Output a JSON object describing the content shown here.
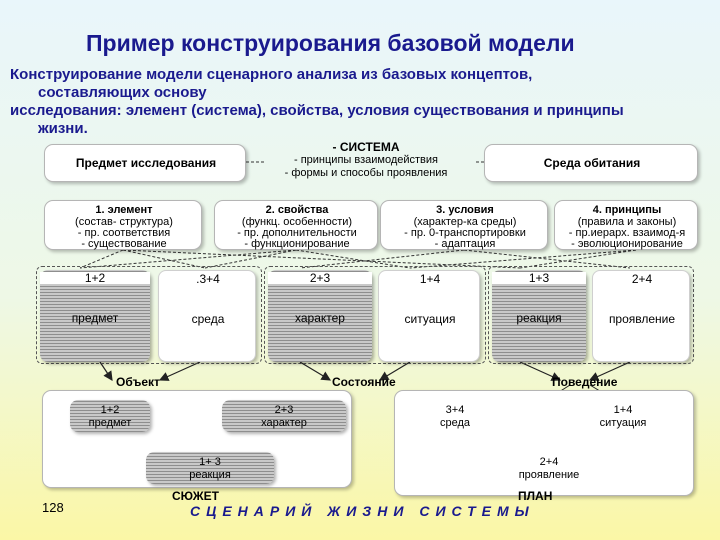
{
  "title": "Пример конструирования базовой модели",
  "intro": {
    "line1": "Конструирование модели сценарного анализа из базовых концептов,",
    "line2": "составляющих основу",
    "line3": "исследования: элемент (система), свойства, условия существования и принципы",
    "line4": "жизни."
  },
  "top_row": {
    "left": "Предмет исследования",
    "center_title": "- СИСТЕМА",
    "center_line1": "- принципы взаимодействия",
    "center_line2": "- формы и способы проявления",
    "right": "Среда обитания"
  },
  "concepts": [
    {
      "head": "1. элемент",
      "l1": "(состав- структура)",
      "l2": "- пр. соответствия",
      "l3": "- существование"
    },
    {
      "head": "2. свойства",
      "l1": "(функц. особенности)",
      "l2": "- пр. дополнительности",
      "l3": "- функционирование"
    },
    {
      "head": "3. условия",
      "l1": "(характер-ка среды)",
      "l2": "- пр. 0-транспортировки",
      "l3": "- адаптация"
    },
    {
      "head": "4. принципы",
      "l1": "(правила и законы)",
      "l2": "- пр.иерарх. взаимод-я",
      "l3": "- эволюционирование"
    }
  ],
  "pairs": [
    {
      "code_a": "1+2",
      "label_a": "предмет",
      "code_b": ".3+4",
      "label_b": "среда"
    },
    {
      "code_a": "2+3",
      "label_a": "характер",
      "code_b": "1+4",
      "label_b": "ситуация"
    },
    {
      "code_a": "1+3",
      "label_a": "реакция",
      "code_b": "2+4",
      "label_b": "проявление"
    }
  ],
  "groups": {
    "object": "Объект",
    "state": "Состояние",
    "behavior": "Поведение",
    "plot": "СЮЖЕТ",
    "plan": "ПЛАН"
  },
  "bottom": {
    "l_a_code": "1+2",
    "l_a_label": "предмет",
    "l_b_code": "2+3",
    "l_b_label": "характер",
    "l_c_code": "1+ 3",
    "l_c_label": "реакция",
    "r_a_code": "3+4",
    "r_a_label": "среда",
    "r_b_code": "1+4",
    "r_b_label": "ситуация",
    "r_c_code": "2+4",
    "r_c_label": "проявление"
  },
  "page_number": "128",
  "footer": "СЦЕНАРИЙ ЖИЗНИ СИСТЕМЫ"
}
